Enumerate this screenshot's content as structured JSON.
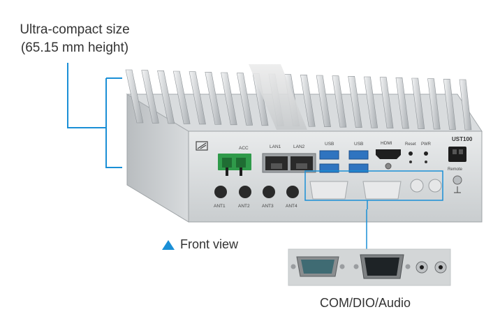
{
  "captions": {
    "size_line1": "Ultra-compact size",
    "size_line2": "(65.15 mm height)",
    "front_view": "Front view",
    "ports": "COM/DIO/Audio"
  },
  "device": {
    "model": "UST100",
    "labels": {
      "acc": "ACC",
      "lan1": "LAN1",
      "lan2": "LAN2",
      "usb1": "USB",
      "usb2": "USB",
      "hdmi": "HDMI",
      "reset": "Reset",
      "pwr": "PWR",
      "remote": "Remote",
      "ant1": "ANT1",
      "ant2": "ANT2",
      "ant3": "ANT3",
      "ant4": "ANT4"
    }
  },
  "colors": {
    "callout": "#1a8fd6",
    "chassis": "#cfd2d4",
    "usb_blue": "#2f74c0",
    "terminal_green": "#2f9a4a"
  }
}
